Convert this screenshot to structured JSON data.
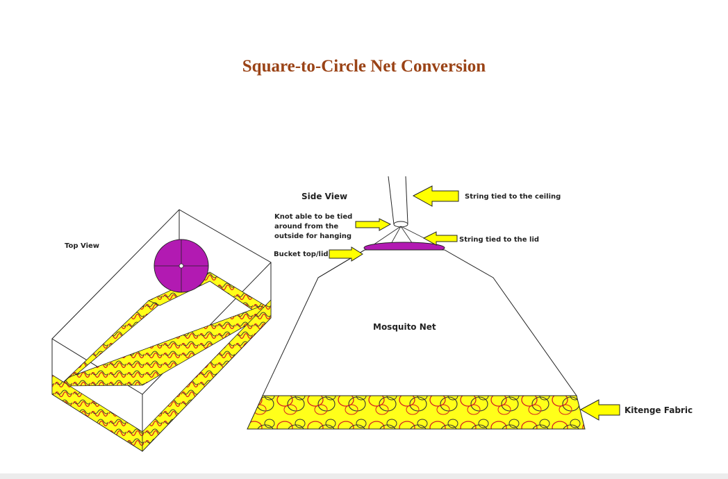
{
  "title": "Square-to-Circle Net Conversion",
  "labels": {
    "top_view": "Top View",
    "side_view": "Side View",
    "string_ceiling": "String tied to the ceiling",
    "knot_line1": "Knot able to be tied",
    "knot_line2": "around from the",
    "knot_line3": "outside for hanging",
    "string_lid": "String tied to the lid",
    "bucket_lid": "Bucket top/lid",
    "mosquito_net": "Mosquito Net",
    "kitenge": "Kitenge Fabric"
  },
  "colors": {
    "title": "#9a4316",
    "arrow": "#ffff00",
    "fabric": "#ffff1a",
    "lid": "#b21ab2",
    "scribble_red": "#d42020",
    "scribble_dark": "#333333"
  }
}
